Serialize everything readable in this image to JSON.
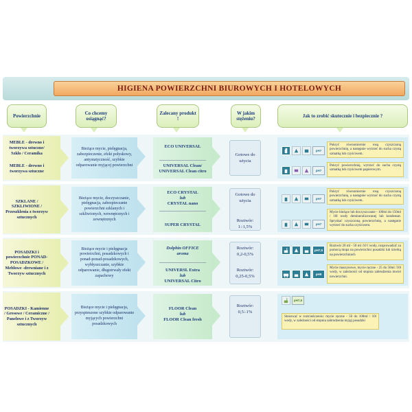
{
  "title": "HIGIENA POWIERZCHNI BIUROWYCH I HOTELOWYCH",
  "headers": {
    "col1": "Powierzchnie",
    "col2": "Co chcemy osiągnąć?",
    "col3": "Zalecany produkt !",
    "col4": "W jakim stężeniu?",
    "col5": "Jak to zrobić skutecznie i bezpiecznie ?"
  },
  "rows": [
    {
      "surfaces": [
        "MEBLE - drewno i tworzywa sztuczne/ Szkło / Ceramika",
        "MEBLE - drewno i tworzywa sztuczne"
      ],
      "goal": "Bieżące mycie, pielęgnacja, zabezpieczenie, efekt połyskowy, antystatyczność, szybkie odparowanie myjącej powierzchni",
      "products": [
        "ECO UNIVERSAL",
        "UNIVERSAL Clean/ UNIVERSAL Clean citro"
      ],
      "concentration": [
        "Gotowe do użycia"
      ],
      "notes": [
        "Pokryć równomiernie rosą czyszczoną powierzchnię, a następnie wytrzeć do sucha czystą szmatką lub czyściwem.",
        "Pokryć powierzchnię, wytrzeć do sucha czystą szmatką lub czyściwem papierowym."
      ],
      "ph_labels": [
        "pH7",
        "pH7"
      ]
    },
    {
      "surfaces": [
        "SZKLANE / SZKLIWIONE / Przeszklenia z tworzyw sztucznych"
      ],
      "goal": "Bieżące mycie, doczyszczanie, pielęgnacja, zabezpieczanie powierzchni szklanych i szkliwionych, wewnętrznych i zewnętrznych",
      "products": [
        "ECO CRYSTAL",
        "lub",
        "CRYSTAL nano",
        "SUPER CRYSTAL"
      ],
      "concentration": [
        "Gotowe do użycia",
        "Roztwór:",
        "1÷1,5%"
      ],
      "notes": [
        "Pokryć równomiernie rosą czyszczoną powierzchnię, a następnie wytrzeć do sucha czystą szmatką lub czyściwem.",
        "Mycie bieżące lub doczyszczanie - 100ml do 150ml / 10l wody demineralizowanej lub kondensat. Spryskać czyszczoną powierzchnię, a następnie wytrzeć do sucha czyściwem."
      ],
      "ph_labels": [
        "pH7",
        "pH7"
      ]
    },
    {
      "surfaces": [
        "POSADZKI i powierzchnie PONAD-POSADZKOWE / Meblowe -drewniane i z Tworzyw sztucznych"
      ],
      "goal": "Bieżące mycie i pielęgnacja powierzchni, posadzkowych i ponad-ponad-posadzkowych, wybłyszczanie, szybkie odparowanie, długotrwały efekt zapachowy",
      "products": [
        "Dolphin OFFICE",
        "aroma",
        "UNIVERSL Extra",
        "lub",
        "UNIVERSAL Citro"
      ],
      "concentration": [
        "Roztwór:",
        "0,2-0,5%",
        "Roztwór:",
        "0,25-0,5%"
      ],
      "notes": [
        "Roztwór 20 ml - 50 ml /10 l wody, rozprowadzić za pomocą mopa na powierzchni posadzki lub ścierką na powierzchniach",
        "Mycie maszynowe, mycie ręczne - 25 do 50ml /10l wody, w zależności od stopnia zabrudzenia mwiei nowierzchni."
      ],
      "ph_labels": [
        "pH7,5",
        "pH9"
      ]
    },
    {
      "surfaces": [
        "POSADZKI - Kamienne / Gresowe / Ceramiczne / Panelowe i z Tworzyw sztucznych"
      ],
      "goal": "Bieżące mycie i pielęgnacja, przyspieszone szybkie odparowanie myjących powierzchni posadzkowych",
      "products": [
        "FLOOR Clean",
        "lub",
        "FLOOR Clean fresh"
      ],
      "concentration": [
        "Roztwór:",
        "0,5÷1%"
      ],
      "notes": [
        "Stosować w roztcieńczeniu: mycie ręczne - 50 do 100ml / 10l wody, w zależności od stopnia zabrudzenia myjęj posadzki"
      ],
      "ph_labels": [
        "pH7,5"
      ]
    }
  ],
  "icons": [
    "spray-bottle-icon",
    "wipe-cloth-icon",
    "mop-bucket-icon",
    "floor-scrubber-icon",
    "sponge-icon",
    "logo-building-icon"
  ],
  "colors": {
    "title_text": "#7a1d12",
    "title_box": "#f0a860",
    "accent_teal": "#2d7d94",
    "text_navy": "#1d2f6a"
  }
}
